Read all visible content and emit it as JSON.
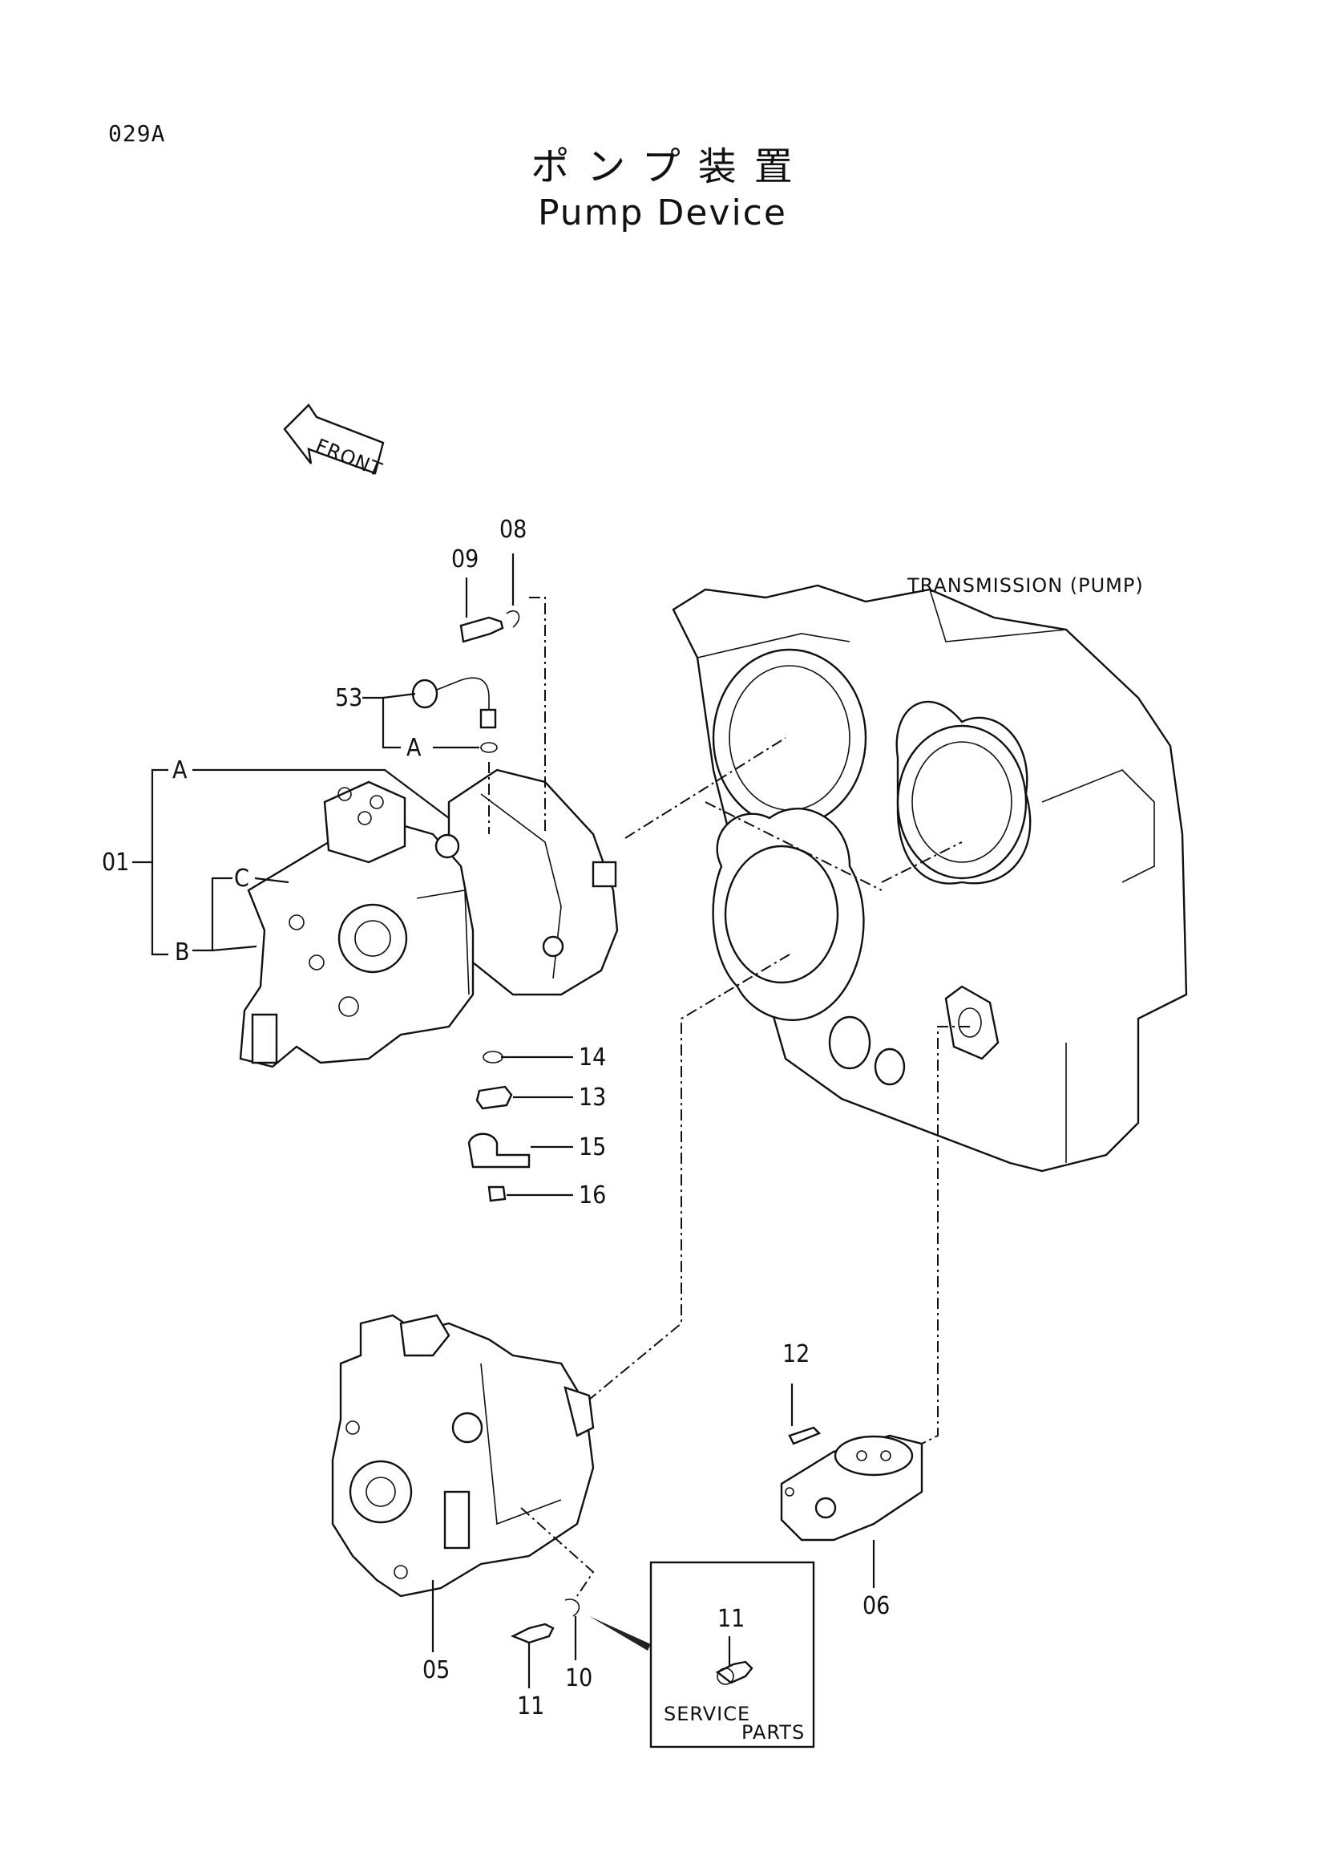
{
  "header": {
    "page_code": "029A",
    "title_jp": "ポンプ装置",
    "title_en": "Pump Device"
  },
  "diagram": {
    "front_label": "FRONT",
    "transmission_label": "TRANSMISSION (PUMP)",
    "service_parts": {
      "line1": "SERVICE",
      "line2": "PARTS",
      "part_number": "11"
    },
    "callouts": {
      "c01": "01",
      "c05": "05",
      "c06": "06",
      "c08": "08",
      "c09": "09",
      "c10": "10",
      "c11": "11",
      "c12": "12",
      "c13": "13",
      "c14": "14",
      "c15": "15",
      "c16": "16",
      "c53": "53",
      "cA1": "A",
      "cA2": "A",
      "cB": "B",
      "cC": "C"
    }
  }
}
